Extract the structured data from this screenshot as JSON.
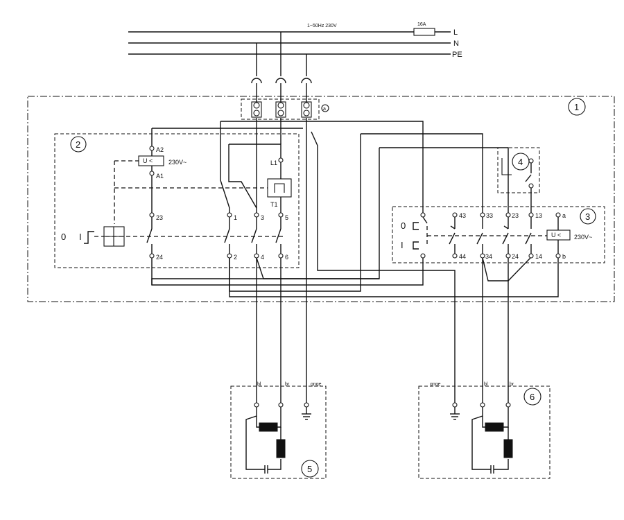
{
  "supply": {
    "spec": "1~50Hz 230V",
    "fuse": "16A",
    "L": "L",
    "N": "N",
    "PE": "PE"
  },
  "terminal_tag": "a",
  "callouts": {
    "c1": "1",
    "c2": "2",
    "c3": "3",
    "c4": "4",
    "c5": "5",
    "c6": "6"
  },
  "relay2": {
    "A2": "A2",
    "A1": "A1",
    "voltage": "230V~",
    "coil": "U <",
    "L1": "L1",
    "T1": "T1",
    "t23": "23",
    "t24": "24",
    "t1": "1",
    "t3": "3",
    "t5": "5",
    "t2": "2",
    "t4": "4",
    "t6": "6",
    "off": "0",
    "on": "I"
  },
  "relay3": {
    "t43": "43",
    "t33": "33",
    "t23": "23",
    "t13": "13",
    "ta": "a",
    "t44": "44",
    "t34": "34",
    "t24": "24",
    "t14": "14",
    "tb": "b",
    "voltage": "230V~",
    "coil": "U <",
    "off": "0",
    "on": "I"
  },
  "motor5": {
    "bl": "bl",
    "br": "br",
    "gnge": "gnge"
  },
  "motor6": {
    "gnge": "gnge",
    "bl": "bl",
    "br": "br"
  }
}
